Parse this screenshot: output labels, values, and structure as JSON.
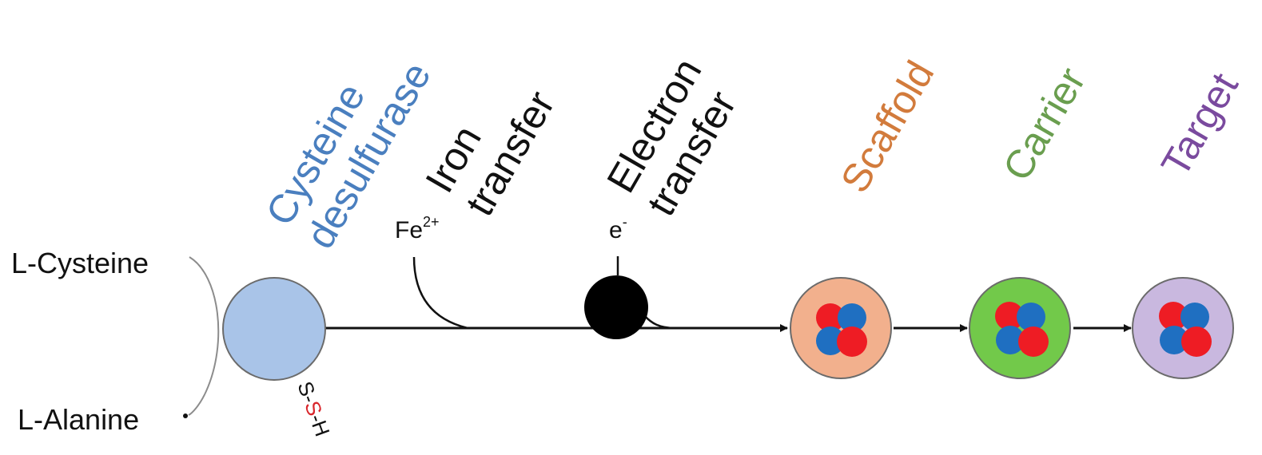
{
  "labels": {
    "cysteine_desulfurase_line1": "Cysteine",
    "cysteine_desulfurase_line2": "desulfurase",
    "iron_transfer_line1": "Iron",
    "iron_transfer_line2": "transfer",
    "electron_transfer_line1": "Electron",
    "electron_transfer_line2": "transfer",
    "scaffold": "Scaffold",
    "carrier": "Carrier",
    "target": "Target",
    "l_cysteine": "L-Cysteine",
    "l_alanine": "L-Alanine",
    "iron_ion_base": "Fe",
    "iron_ion_charge": "2+",
    "electron_base": "e",
    "electron_charge": "-",
    "persulfide_h": "H",
    "persulfide_s1": "S",
    "persulfide_s2": "S",
    "persulfide_dash1": "-",
    "persulfide_dash2": "-"
  },
  "colors": {
    "cysteine_desulfurase": "#4a7fbf",
    "scaffold": "#d27b3c",
    "carrier": "#6a9e4f",
    "target": "#7a4a9e",
    "desulfurase_fill": "#a9c4e8",
    "scaffold_fill": "#f2b08d",
    "carrier_fill": "#72c94a",
    "target_fill": "#c9b8df",
    "cluster_red": "#ee1c24",
    "cluster_blue": "#1f6fc1",
    "persulfide_s": "#d9262c"
  }
}
